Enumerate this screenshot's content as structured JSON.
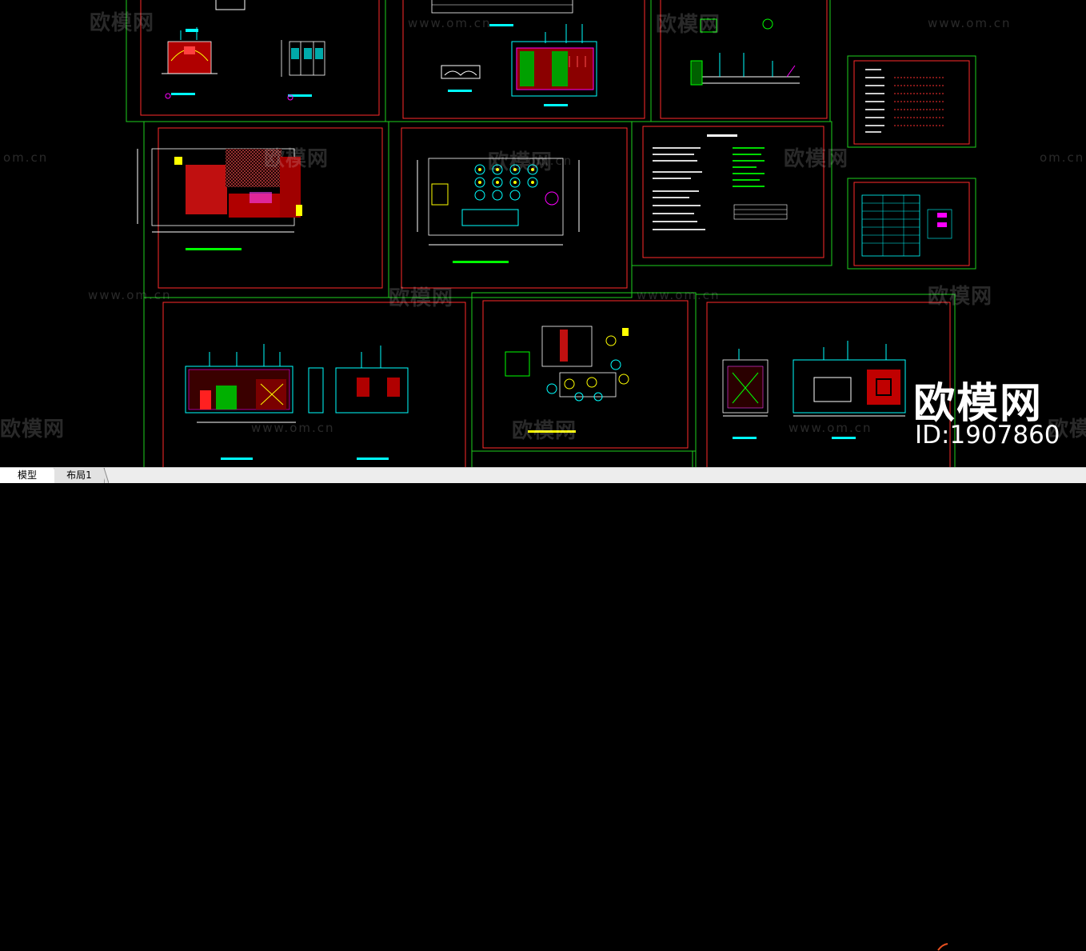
{
  "watermark": {
    "logo_text": "欧模网",
    "url_text": "www.om.cn",
    "url_short": "om.cn",
    "big_text": "欧模网",
    "id_text": "ID:1907860"
  },
  "tabs": {
    "model": "模型",
    "layout": "布局1"
  },
  "colors": {
    "background": "#000000",
    "frame_outer": "#00cc00",
    "frame_inner": "#ff2020",
    "accent_cyan": "#00ffff",
    "accent_yellow": "#ffff00",
    "accent_magenta": "#ff00ff",
    "tabbar": "#ededed"
  }
}
